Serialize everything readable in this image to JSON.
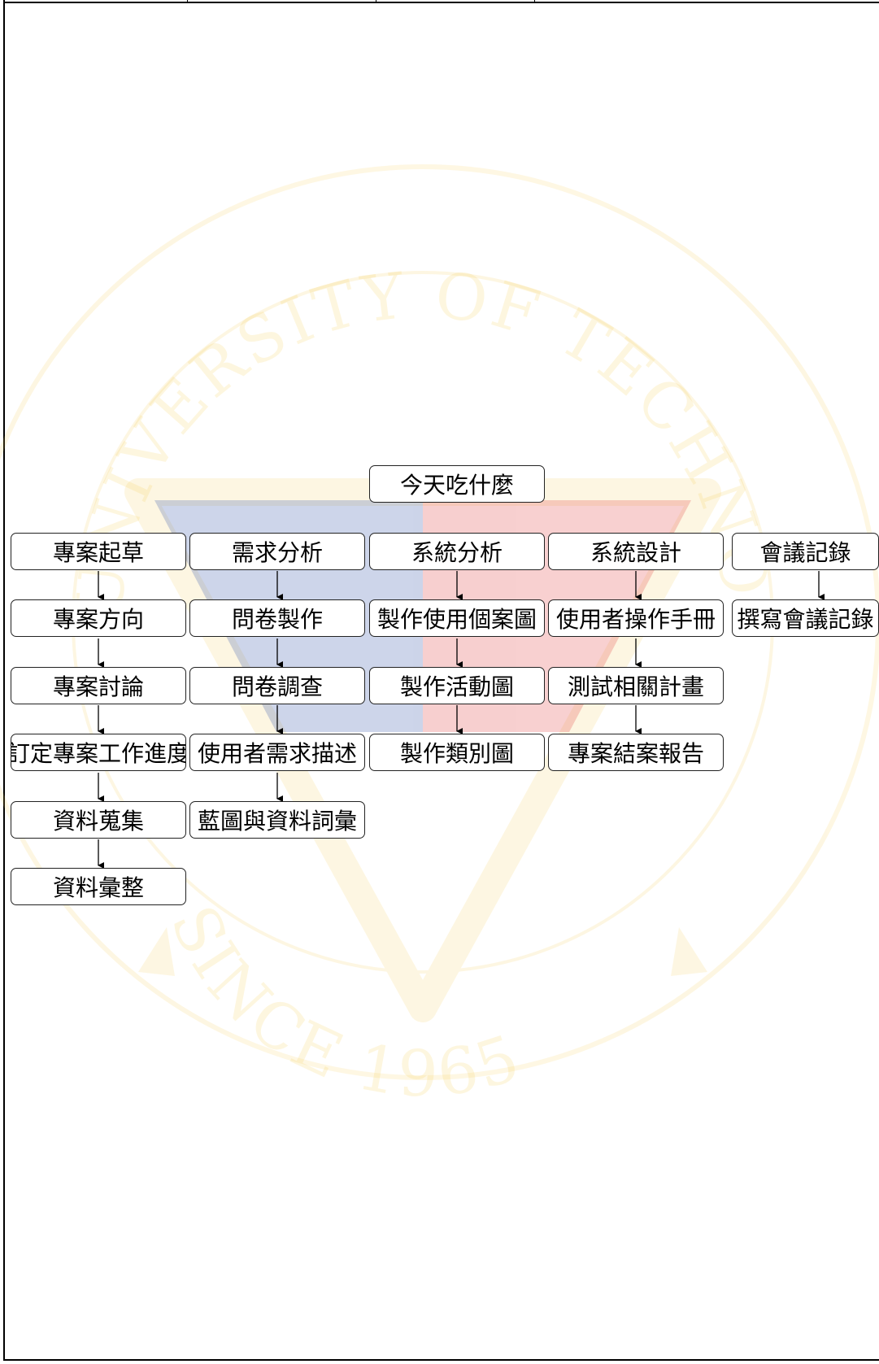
{
  "colors": {
    "watermark_gold": "#f6ce52",
    "watermark_blue": "#2f4fa8",
    "watermark_red": "#e23a3a"
  },
  "watermark": {
    "top_arc_text": "UNIVERSITY OF TECHNOLOGY",
    "bottom_arc_text": "SINCE 1965"
  },
  "diagram": {
    "root": "今天吃什麼",
    "columns": [
      {
        "id": "col-1",
        "header": "專案起草",
        "steps": [
          "專案方向",
          "專案討論",
          "訂定專案工作進度",
          "資料蒐集",
          "資料彙整"
        ]
      },
      {
        "id": "col-2",
        "header": "需求分析",
        "steps": [
          "問卷製作",
          "問卷調查",
          "使用者需求描述",
          "藍圖與資料詞彙"
        ]
      },
      {
        "id": "col-3",
        "header": "系統分析",
        "steps": [
          "製作使用個案圖",
          "製作活動圖",
          "製作類別圖"
        ]
      },
      {
        "id": "col-4",
        "header": "系統設計",
        "steps": [
          "使用者操作手冊",
          "測試相關計畫",
          "專案結案報告"
        ]
      },
      {
        "id": "col-5",
        "header": "會議記錄",
        "steps": [
          "撰寫會議記錄"
        ]
      }
    ]
  }
}
